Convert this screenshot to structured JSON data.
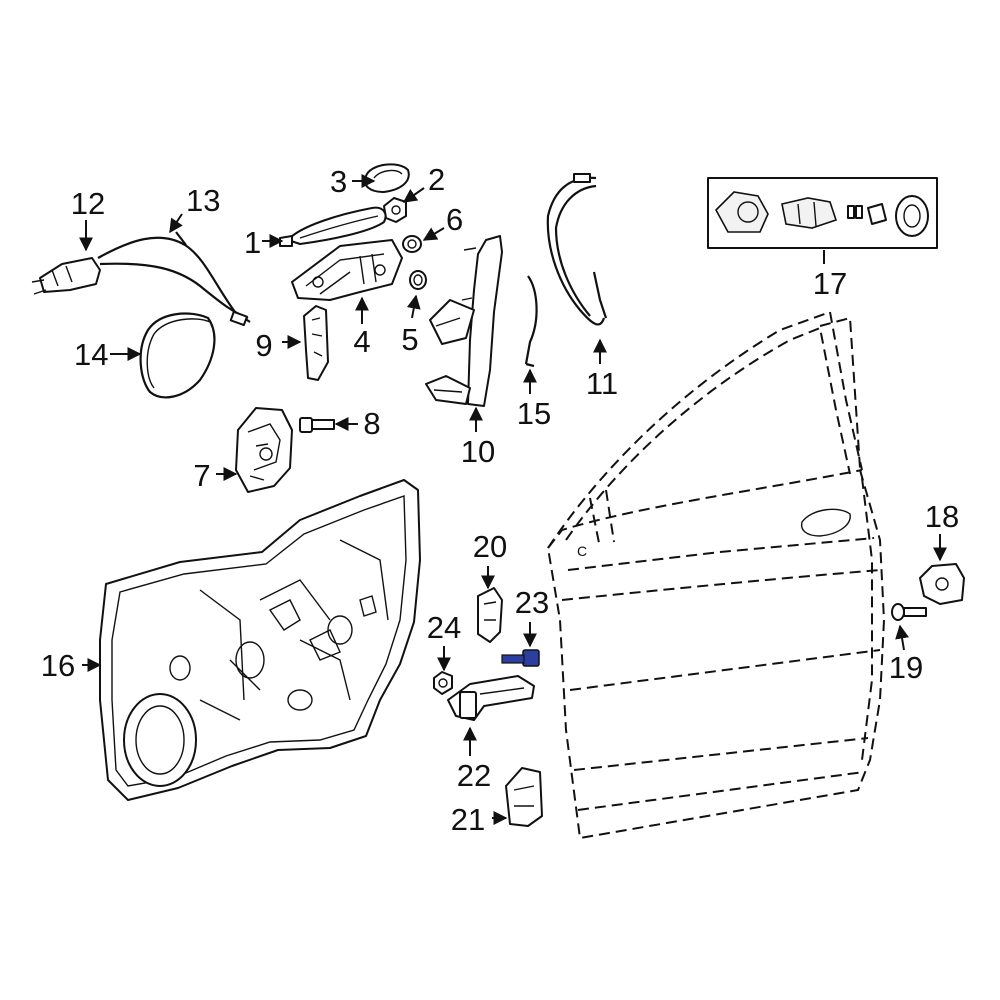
{
  "highlight_color": "#2d3f9e",
  "callouts": {
    "c1": "1",
    "c2": "2",
    "c3": "3",
    "c4": "4",
    "c5": "5",
    "c6": "6",
    "c7": "7",
    "c8": "8",
    "c9": "9",
    "c10": "10",
    "c11": "11",
    "c12": "12",
    "c13": "13",
    "c14": "14",
    "c15": "15",
    "c16": "16",
    "c17": "17",
    "c18": "18",
    "c19": "19",
    "c20": "20",
    "c21": "21",
    "c22": "22",
    "c23": "23",
    "c24": "24"
  },
  "door_marker": "C"
}
